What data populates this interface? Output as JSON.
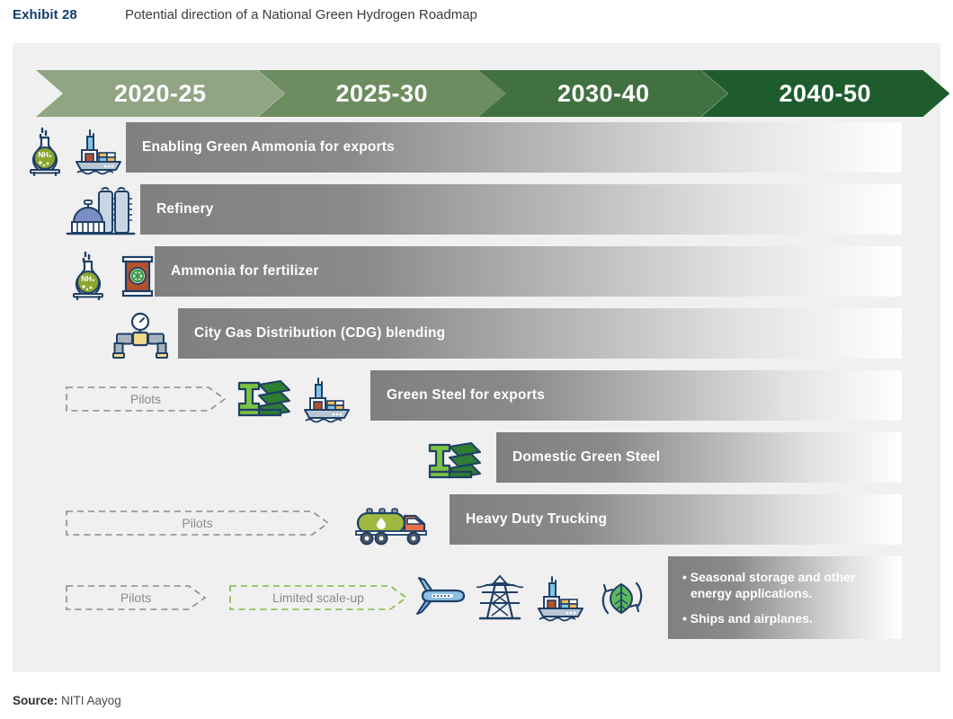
{
  "header": {
    "exhibit_label": "Exhibit 28",
    "title": "Potential direction of a National Green Hydrogen Roadmap"
  },
  "timeline": {
    "segments": [
      {
        "label": "2020-25",
        "color": "#8fa583"
      },
      {
        "label": "2025-30",
        "color": "#6d8d60"
      },
      {
        "label": "2030-40",
        "color": "#417041"
      },
      {
        "label": "2040-50",
        "color": "#1e5c2e"
      }
    ]
  },
  "rows": [
    {
      "id": "enabling-green-ammonia",
      "label": "Enabling Green Ammonia for exports",
      "icons": [
        "ammonia-flask-icon",
        "cargo-ship-icon"
      ],
      "pilot": null
    },
    {
      "id": "refinery",
      "label": "Refinery",
      "icons": [
        "refinery-icon"
      ],
      "pilot": null
    },
    {
      "id": "ammonia-for-fertilizer",
      "label": "Ammonia for fertilizer",
      "icons": [
        "ammonia-flask-icon",
        "fertilizer-bag-icon"
      ],
      "pilot": null
    },
    {
      "id": "city-gas-distribution",
      "label": "City Gas Distribution (CDG) blending",
      "icons": [
        "gas-pipeline-valve-icon"
      ],
      "pilot": null
    },
    {
      "id": "green-steel-for-exports",
      "label": "Green Steel for exports",
      "icons": [
        "steel-beam-icon",
        "cargo-ship-icon"
      ],
      "pilot": {
        "label": "Pilots",
        "color": "#8a8a8a"
      }
    },
    {
      "id": "domestic-green-steel",
      "label": "Domestic Green Steel",
      "icons": [
        "steel-beam-icon"
      ],
      "pilot": null
    },
    {
      "id": "heavy-duty-trucking",
      "label": "Heavy Duty Trucking",
      "icons": [
        "tanker-truck-icon"
      ],
      "pilot": {
        "label": "Pilots",
        "color": "#8a8a8a"
      }
    },
    {
      "id": "other-applications",
      "label": "",
      "bullets": [
        "Seasonal storage and other energy applications.",
        "Ships and airplanes."
      ],
      "icons": [
        "airplane-icon",
        "power-pylon-icon",
        "cargo-ship-icon",
        "leaf-recycle-icon"
      ],
      "pilot": {
        "label": "Pilots",
        "color": "#8a8a8a"
      },
      "pilot2": {
        "label": "Limited scale-up",
        "color": "#7dbb45"
      }
    }
  ],
  "footer": {
    "source_label": "Source:",
    "source_value": "NITI Aayog"
  },
  "colors": {
    "bar_dark": "#808080",
    "bar_light": "#ffffff",
    "canvas_bg": "#f0f0f0",
    "accent_blue": "#12406b"
  }
}
